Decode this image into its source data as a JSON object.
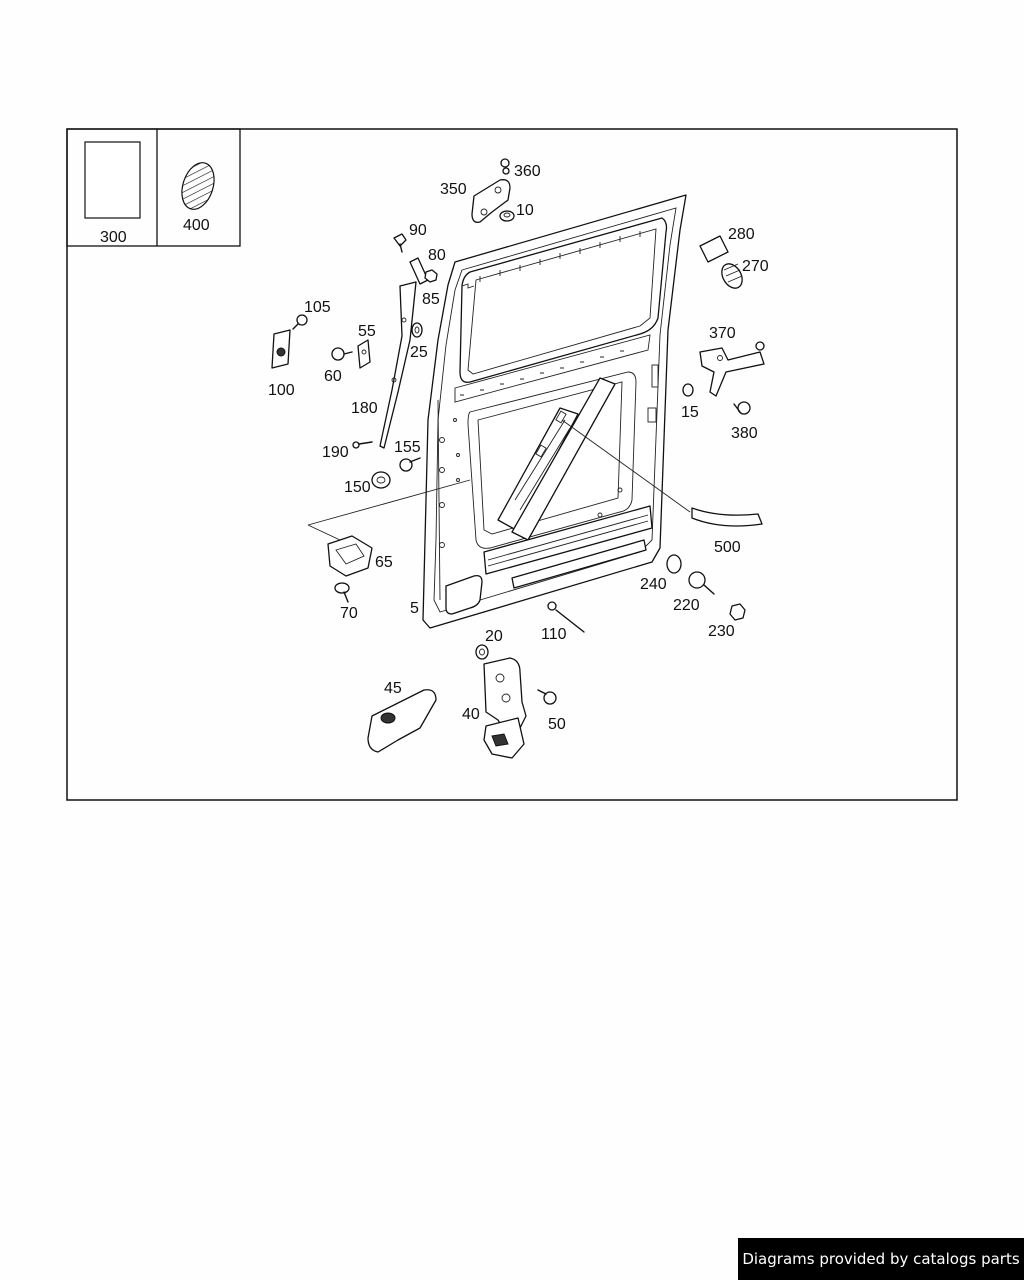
{
  "inset_labels": [
    "300",
    "400"
  ],
  "callouts": [
    "360",
    "350",
    "10",
    "90",
    "80",
    "85",
    "280",
    "270",
    "105",
    "55",
    "25",
    "370",
    "100",
    "60",
    "15",
    "380",
    "180",
    "190",
    "155",
    "150",
    "500",
    "65",
    "240",
    "220",
    "230",
    "70",
    "5",
    "110",
    "20",
    "45",
    "40",
    "50"
  ],
  "credit": "Diagrams provided by catalogs parts"
}
